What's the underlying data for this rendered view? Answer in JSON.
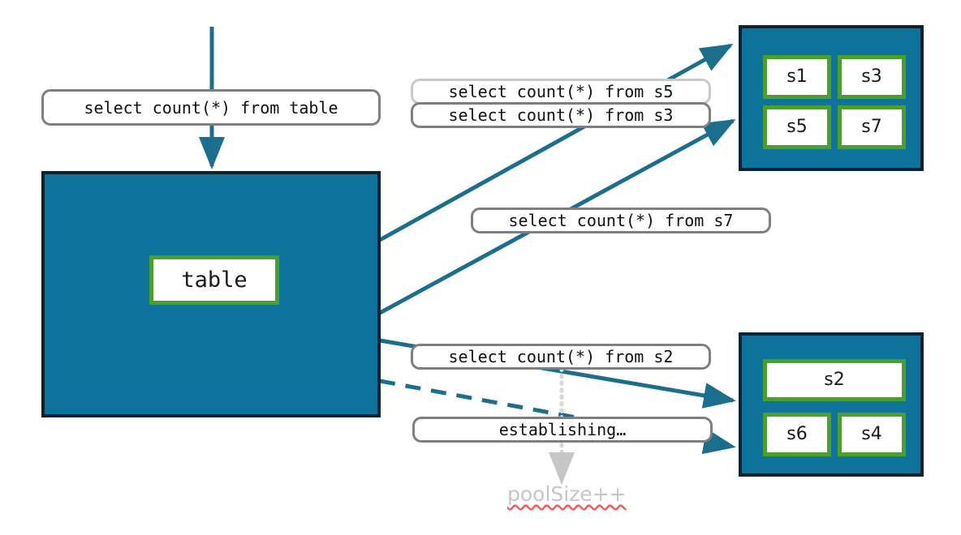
{
  "diagram": {
    "type": "connection-pool-architecture",
    "colors": {
      "pool_fill": "#0E739B",
      "pool_border": "#0D2230",
      "chip_border": "#4C9F2F",
      "chip_fill": "#FFFFFF",
      "edge": "#1B6E8C",
      "label_border": "#7F7F7F",
      "label_border_faded": "#C9C9C9",
      "annotation_text": "#C6C6C6",
      "spellcheck_underline": "#F05A5A"
    },
    "source": {
      "entry_query_label": "select count(*) from table",
      "table_chip_label": "table"
    },
    "pools": [
      {
        "name": "upper-pool",
        "sessions": [
          "s1",
          "s3",
          "s5",
          "s7"
        ]
      },
      {
        "name": "lower-pool",
        "sessions": [
          "s2",
          "s6",
          "s4"
        ]
      }
    ],
    "queries": [
      {
        "name": "query-s5",
        "label": "select count(*) from s5",
        "state": "faded"
      },
      {
        "name": "query-s3",
        "label": "select count(*) from s3",
        "state": "active"
      },
      {
        "name": "query-s7",
        "label": "select count(*) from s7",
        "state": "active"
      },
      {
        "name": "query-s2",
        "label": "select count(*) from s2",
        "state": "active"
      }
    ],
    "status": {
      "establishing_label": "establishing…",
      "poolsize_annotation": "poolSize++"
    }
  }
}
